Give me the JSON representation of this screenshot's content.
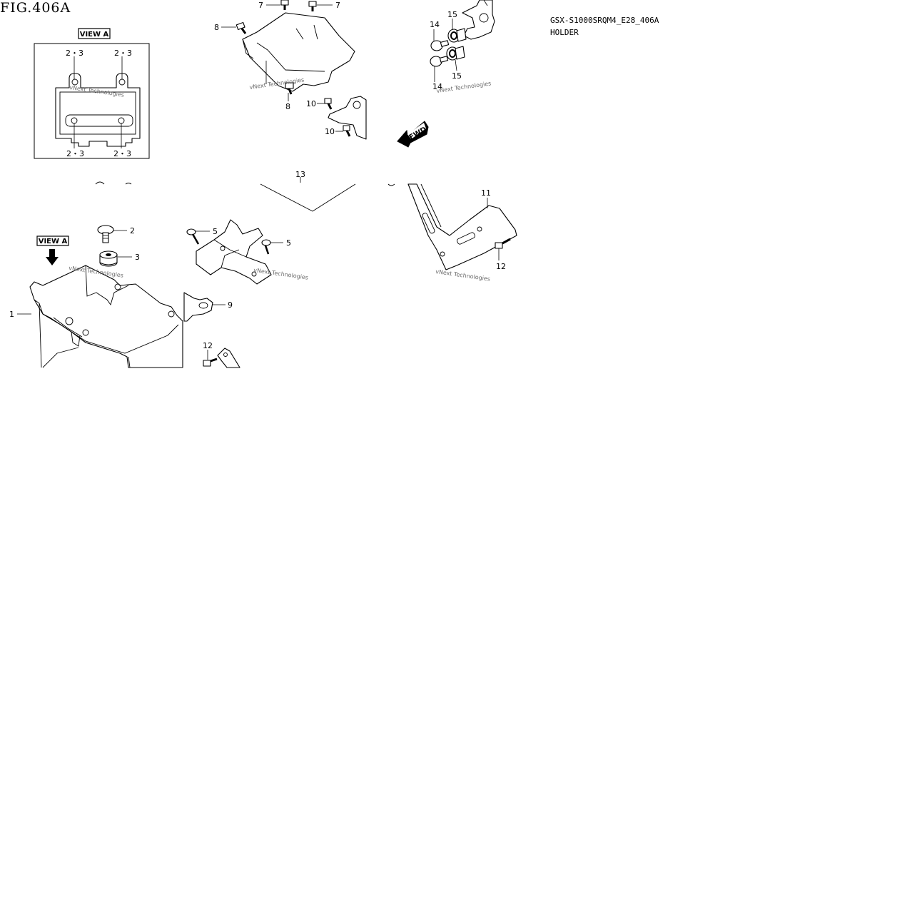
{
  "header": {
    "figure_title": "FIG.406A",
    "model_code": "GSX-S1000SRQM4_E28_406A",
    "part_name": "HOLDER"
  },
  "view_labels": {
    "inset": "VIEW A",
    "arrow": "VIEW A"
  },
  "direction_marker": "FWD",
  "watermark": "vNext Technologies",
  "callouts": {
    "c1": "1",
    "c2": "2",
    "c3": "3",
    "c5a": "5",
    "c5b": "5",
    "c7a": "7",
    "c7b": "7",
    "c8a": "8",
    "c8b": "8",
    "c9": "9",
    "c10a": "10",
    "c10b": "10",
    "c11": "11",
    "c12a": "12",
    "c12b": "12",
    "c13": "13",
    "c14a": "14",
    "c14b": "14",
    "c15a": "15",
    "c15b": "15",
    "inset_tl": "2・3",
    "inset_tr": "2・3",
    "inset_bl": "2・3",
    "inset_br": "2・3"
  }
}
